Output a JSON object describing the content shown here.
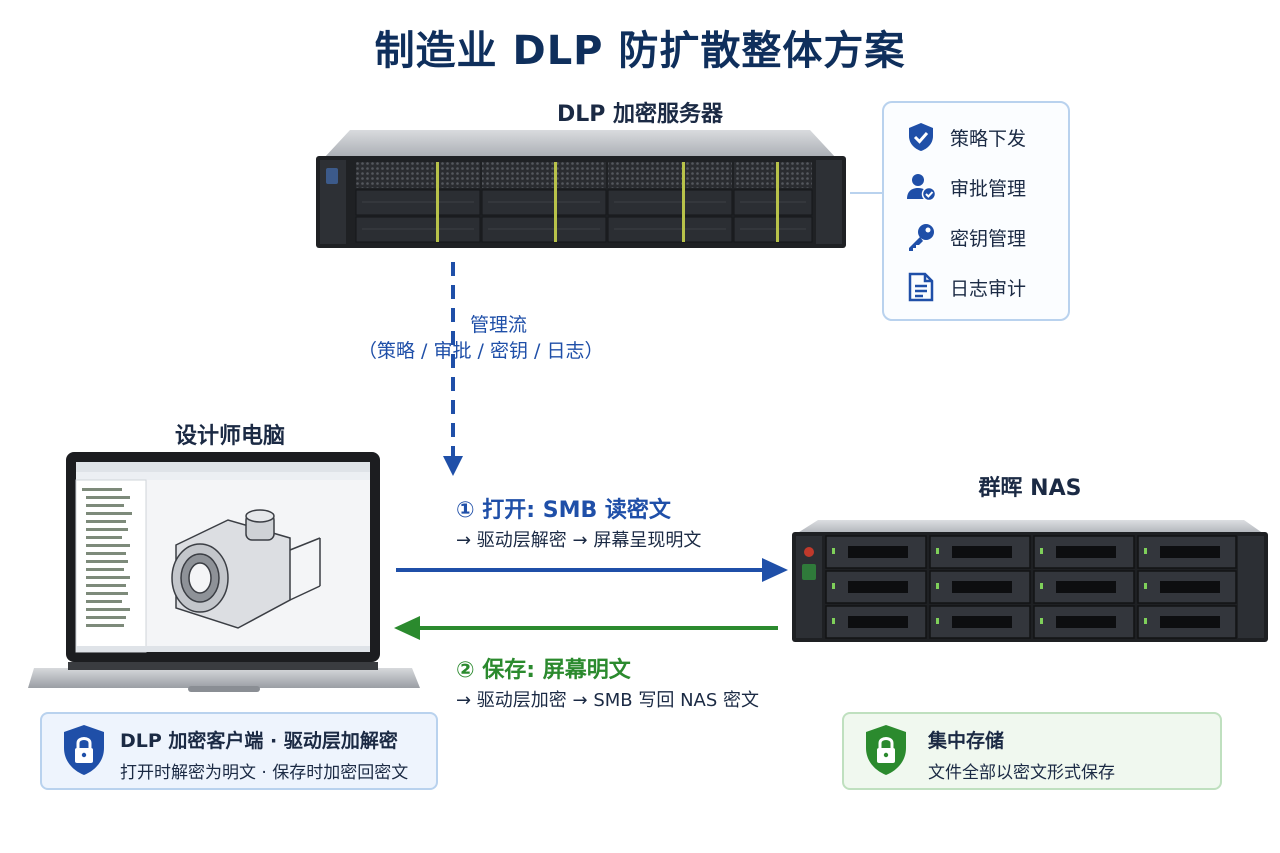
{
  "title": "制造业 DLP 防扩散整体方案",
  "server": {
    "label": "DLP 加密服务器"
  },
  "features": [
    {
      "icon": "shield-check-icon",
      "label": "策略下发"
    },
    {
      "icon": "user-check-icon",
      "label": "审批管理"
    },
    {
      "icon": "key-icon",
      "label": "密钥管理"
    },
    {
      "icon": "document-icon",
      "label": "日志审计"
    }
  ],
  "management_flow": {
    "title": "管理流",
    "detail": "（策略 / 审批 / 密钥 / 日志）"
  },
  "laptop": {
    "label": "设计师电脑"
  },
  "nas": {
    "label": "群晖 NAS"
  },
  "open_flow": {
    "title": "① 打开: SMB 读密文",
    "detail": "→ 驱动层解密 → 屏幕呈现明文"
  },
  "save_flow": {
    "title": "② 保存: 屏幕明文",
    "detail": "→ 驱动层加密 → SMB 写回 NAS 密文"
  },
  "client_card": {
    "title": "DLP 加密客户端 · 驱动层加解密",
    "subtitle": "打开时解密为明文 · 保存时加密回密文"
  },
  "storage_card": {
    "title": "集中存储",
    "subtitle": "文件全部以密文形式保存"
  },
  "colors": {
    "navy": "#0f2f5c",
    "blue": "#1f4fa8",
    "green": "#2b8a2e",
    "panel_border": "#b9d2ee"
  }
}
